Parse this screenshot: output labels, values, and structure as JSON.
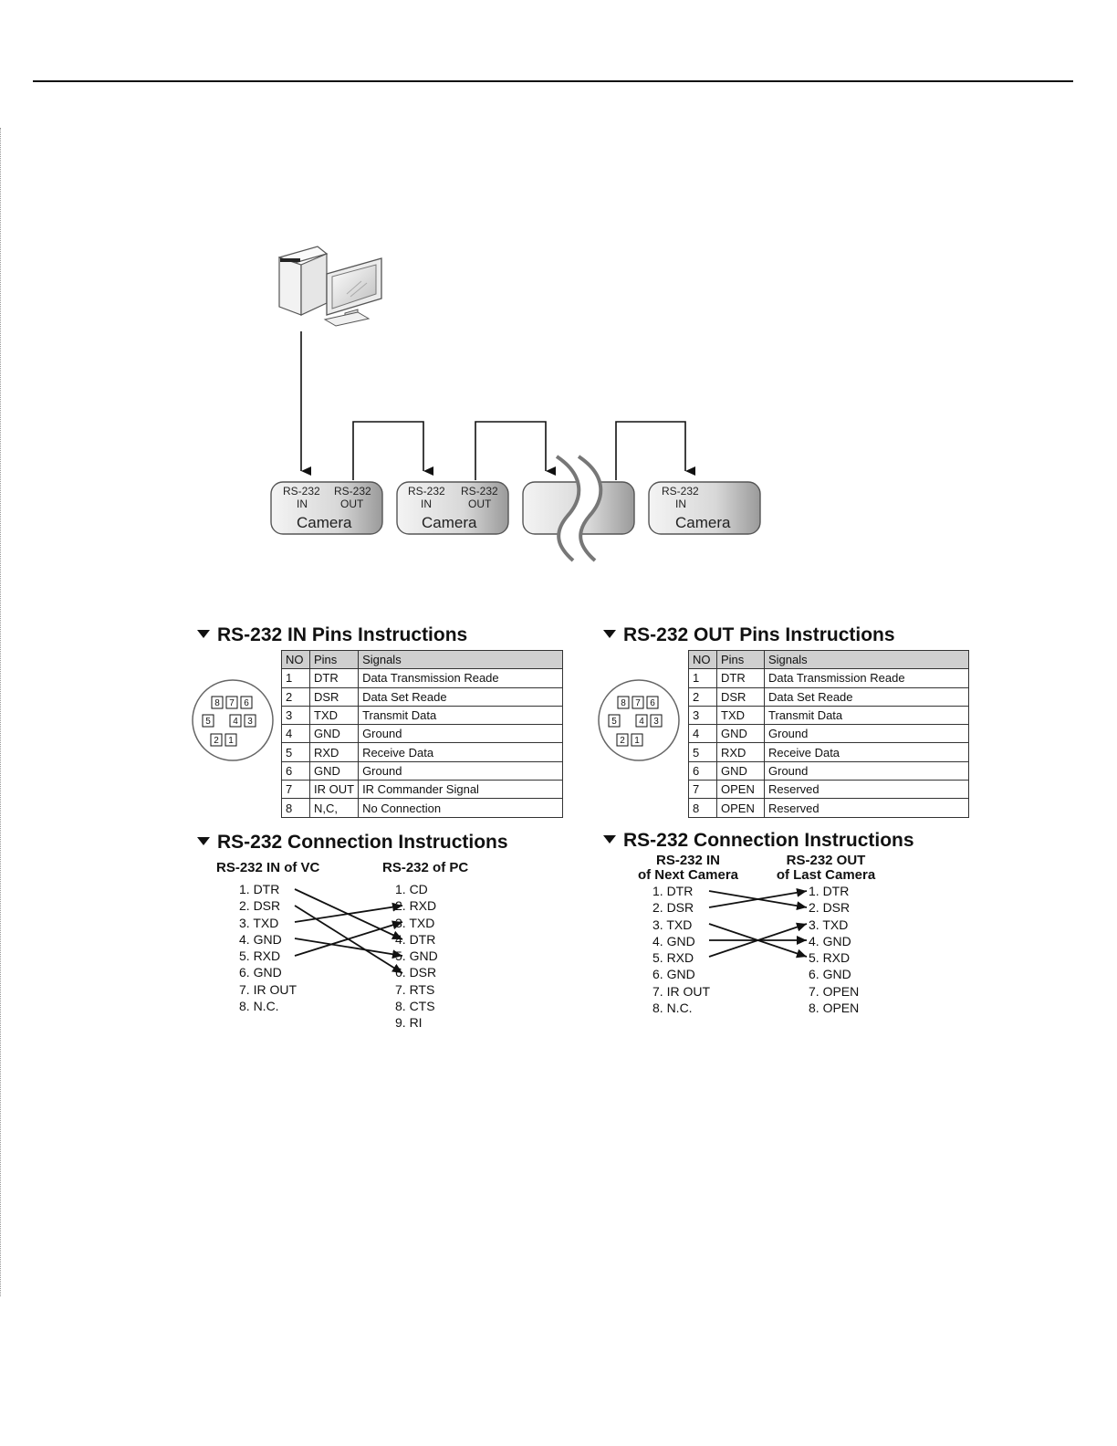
{
  "cameras": {
    "cam1": {
      "in_label": [
        "RS-232",
        "IN"
      ],
      "out_label": [
        "RS-232",
        "OUT"
      ],
      "name": "Camera"
    },
    "cam2": {
      "in_label": [
        "RS-232",
        "IN"
      ],
      "out_label": [
        "RS-232",
        "OUT"
      ],
      "name": "Camera"
    },
    "cam3": {
      "in_label": [
        "RS-232",
        "IN"
      ],
      "name": "Camera"
    }
  },
  "icons": {
    "pc": "computer-icon",
    "break": "wavy-break-icon",
    "connector": "din-8-pin-connector-icon"
  },
  "in_pins": {
    "title": "RS-232 IN Pins Instructions",
    "headers": [
      "NO",
      "Pins",
      "Signals"
    ],
    "rows": [
      [
        "1",
        "DTR",
        "Data Transmission Reade"
      ],
      [
        "2",
        "DSR",
        "Data Set Reade"
      ],
      [
        "3",
        "TXD",
        "Transmit Data"
      ],
      [
        "4",
        "GND",
        "Ground"
      ],
      [
        "5",
        "RXD",
        "Receive Data"
      ],
      [
        "6",
        "GND",
        "Ground"
      ],
      [
        "7",
        "IR OUT",
        "IR Commander Signal"
      ],
      [
        "8",
        "N,C,",
        "No Connection"
      ]
    ]
  },
  "out_pins": {
    "title": "RS-232 OUT Pins Instructions",
    "headers": [
      "NO",
      "Pins",
      "Signals"
    ],
    "rows": [
      [
        "1",
        "DTR",
        "Data Transmission Reade"
      ],
      [
        "2",
        "DSR",
        "Data Set Reade"
      ],
      [
        "3",
        "TXD",
        "Transmit Data"
      ],
      [
        "4",
        "GND",
        "Ground"
      ],
      [
        "5",
        "RXD",
        "Receive Data"
      ],
      [
        "6",
        "GND",
        "Ground"
      ],
      [
        "7",
        "OPEN",
        "Reserved"
      ],
      [
        "8",
        "OPEN",
        "Reserved"
      ]
    ]
  },
  "connector_pins": [
    "8",
    "7",
    "6",
    "5",
    "4",
    "3",
    "2",
    "1"
  ],
  "conn_left": {
    "title": "RS-232 Connection Instructions",
    "left_head": "RS-232 IN of VC",
    "right_head": "RS-232 of PC",
    "left": [
      "1. DTR",
      "2. DSR",
      "3. TXD",
      "4. GND",
      "5. RXD",
      "6. GND",
      "7. IR OUT",
      "8. N.C."
    ],
    "right": [
      "1. CD",
      "2. RXD",
      "3. TXD",
      "4. DTR",
      "5. GND",
      "6. DSR",
      "7. RTS",
      "8. CTS",
      "9. RI"
    ]
  },
  "conn_right": {
    "title": "RS-232 Connection Instructions",
    "left_head": [
      "RS-232 IN",
      "of Next Camera"
    ],
    "right_head": [
      "RS-232 OUT",
      "of Last Camera"
    ],
    "left": [
      "1. DTR",
      "2. DSR",
      "3. TXD",
      "4. GND",
      "5. RXD",
      "6. GND",
      "7. IR OUT",
      "8. N.C."
    ],
    "right": [
      "1. DTR",
      "2. DSR",
      "3. TXD",
      "4. GND",
      "5. RXD",
      "6. GND",
      "7. OPEN",
      "8. OPEN"
    ]
  }
}
